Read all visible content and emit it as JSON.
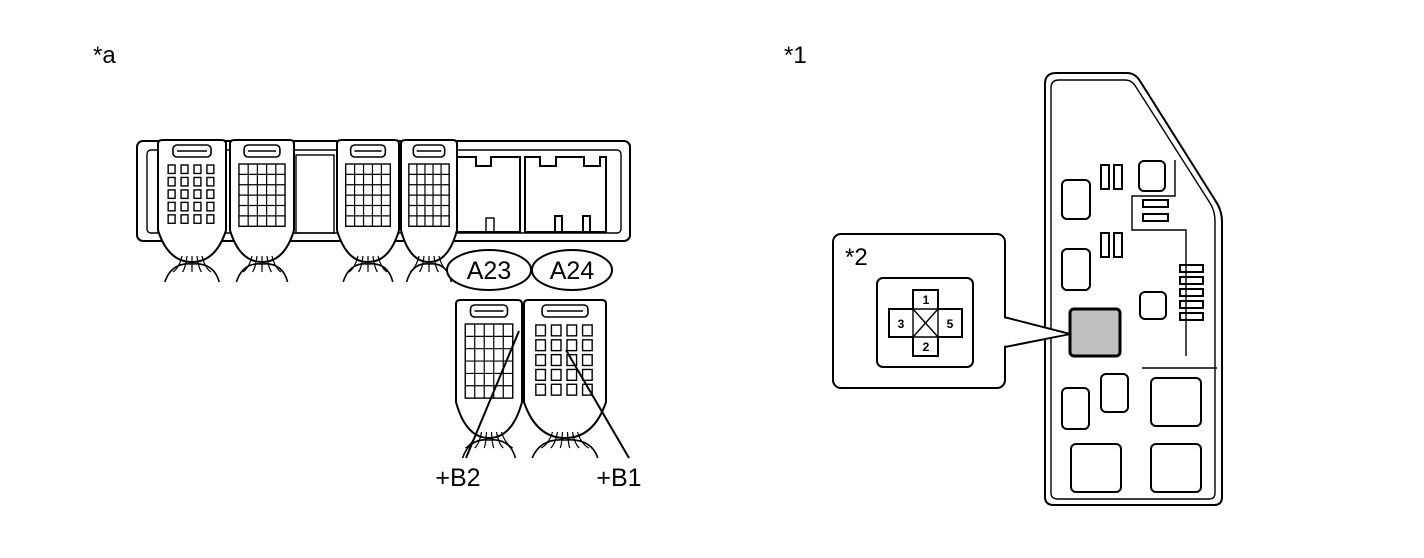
{
  "left_panel": {
    "figure_label": "*a",
    "connectors": [
      "A23",
      "A24"
    ],
    "terminals": [
      "+B2",
      "+B1"
    ]
  },
  "right_panel": {
    "figure_label": "*1",
    "relay_callout_label": "*2",
    "relay_pins": [
      "1",
      "2",
      "3",
      "5"
    ],
    "relay_highlight_color": "#c0c0c0"
  }
}
